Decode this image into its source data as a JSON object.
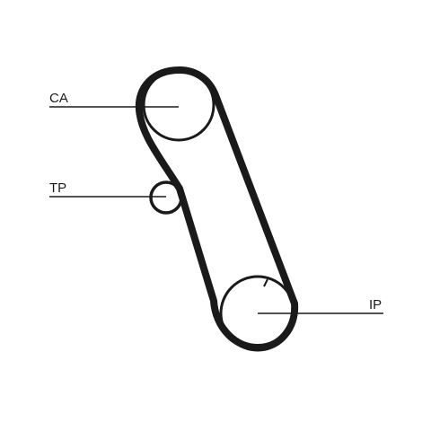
{
  "labels": {
    "camshaft": "CA",
    "tensioner": "TP",
    "crankshaft": "IP"
  },
  "colors": {
    "line": "#1a1a1a",
    "background": "#ffffff"
  }
}
